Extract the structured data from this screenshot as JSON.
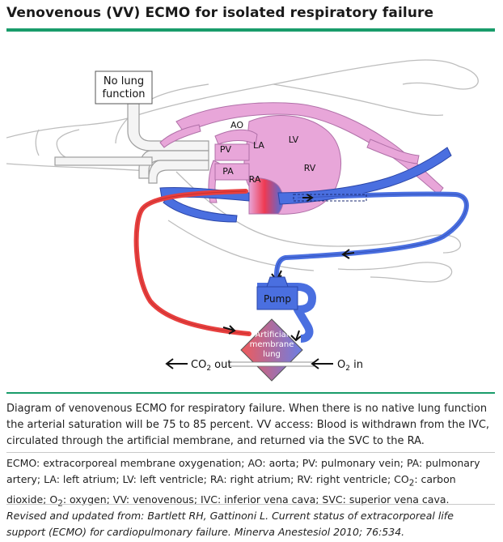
{
  "title": "Venovenous (VV) ECMO for isolated respiratory failure",
  "diagram": {
    "no_lung_line1": "No lung",
    "no_lung_line2": "function",
    "ao": "AO",
    "la": "LA",
    "lv": "LV",
    "pv": "PV",
    "pa": "PA",
    "ra": "RA",
    "rv": "RV",
    "pump": "Pump",
    "lung_line1": "Artificial",
    "lung_line2": "membrane",
    "lung_line3": "lung",
    "co2_out_prefix": "CO",
    "co2_out_sub": "2",
    "co2_out_suffix": " out",
    "o2_in_prefix": "O",
    "o2_in_sub": "2",
    "o2_in_suffix": " in"
  },
  "caption": {
    "description": "Diagram of venovenous ECMO for respiratory failure. When there is no native lung function the arterial saturation will be 75 to 85 percent. VV access: Blood is withdrawn from the IVC, circulated through the artificial membrane, and returned via the SVC to the RA.",
    "abbrev_part1": "ECMO: extracorporeal membrane oxygenation; AO: aorta; PV: pulmonary vein; PA: pulmonary artery; LA: left atrium; LV: left ventricle; RA: right atrium; RV: right ventricle; CO",
    "abbrev_sub1": "2",
    "abbrev_part2": ": carbon dioxide; O",
    "abbrev_sub2": "2",
    "abbrev_part3": ": oxygen; VV: venovenous; IVC: inferior vena cava; SVC: superior vena cava.",
    "source": "Revised and updated from: Bartlett RH, Gattinoni L. Current status of extracorporeal life support (ECMO) for cardiopulmonary failure. Minerva Anestesiol 2010; 76:534."
  },
  "colors": {
    "accent_rule": "#199c6b",
    "heart_pink": "#e8a6d9",
    "vein_blue": "#4a6fe0",
    "artery_red": "#e8403f"
  }
}
